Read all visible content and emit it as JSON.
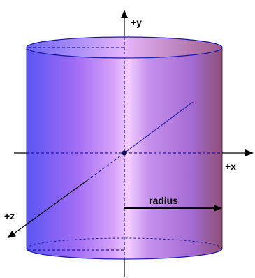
{
  "diagram": {
    "labels": {
      "y_axis": "+y",
      "x_axis": "+x",
      "z_axis": "+z",
      "radius": "radius"
    }
  },
  "colors": {
    "cylinder_left": "#5b56f2",
    "cylinder_highlight": "#f0c6ff",
    "cylinder_mid": "#b77be6",
    "cylinder_right": "#8e4f74",
    "rim_stroke": "#1a1aa8",
    "axis_line": "#000000",
    "hidden_line": "#0000aa"
  }
}
